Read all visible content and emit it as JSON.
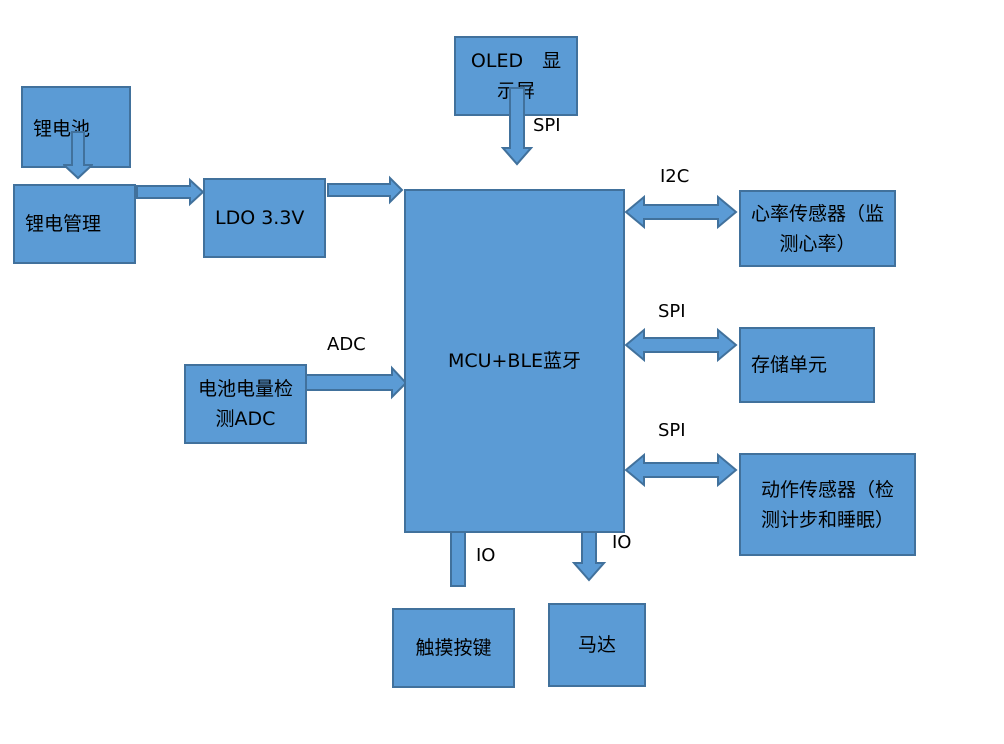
{
  "colors": {
    "box_fill": "#5b9bd5",
    "box_stroke": "#41719c",
    "arrow_fill": "#5b9bd5",
    "arrow_stroke": "#41719c",
    "text": "#000000"
  },
  "blocks": {
    "lithium_battery": "锂电池",
    "charge_management": "锂电管理",
    "ldo": "LDO 3.3V",
    "oled_display": "OLED　显示屏",
    "mcu_ble": "MCU+BLE蓝牙",
    "battery_adc": "电池电量检测ADC",
    "heart_rate_sensor": "心率传感器（监测心率）",
    "storage_unit": "存储单元",
    "motion_sensor": "动作传感器（检测计步和睡眠）",
    "touch_key": "触摸按键",
    "motor": "马达"
  },
  "interfaces": {
    "oled": "SPI",
    "adc": "ADC",
    "heart_rate": "I2C",
    "storage": "SPI",
    "motion": "SPI",
    "touch_key": "IO",
    "motor": "IO"
  }
}
